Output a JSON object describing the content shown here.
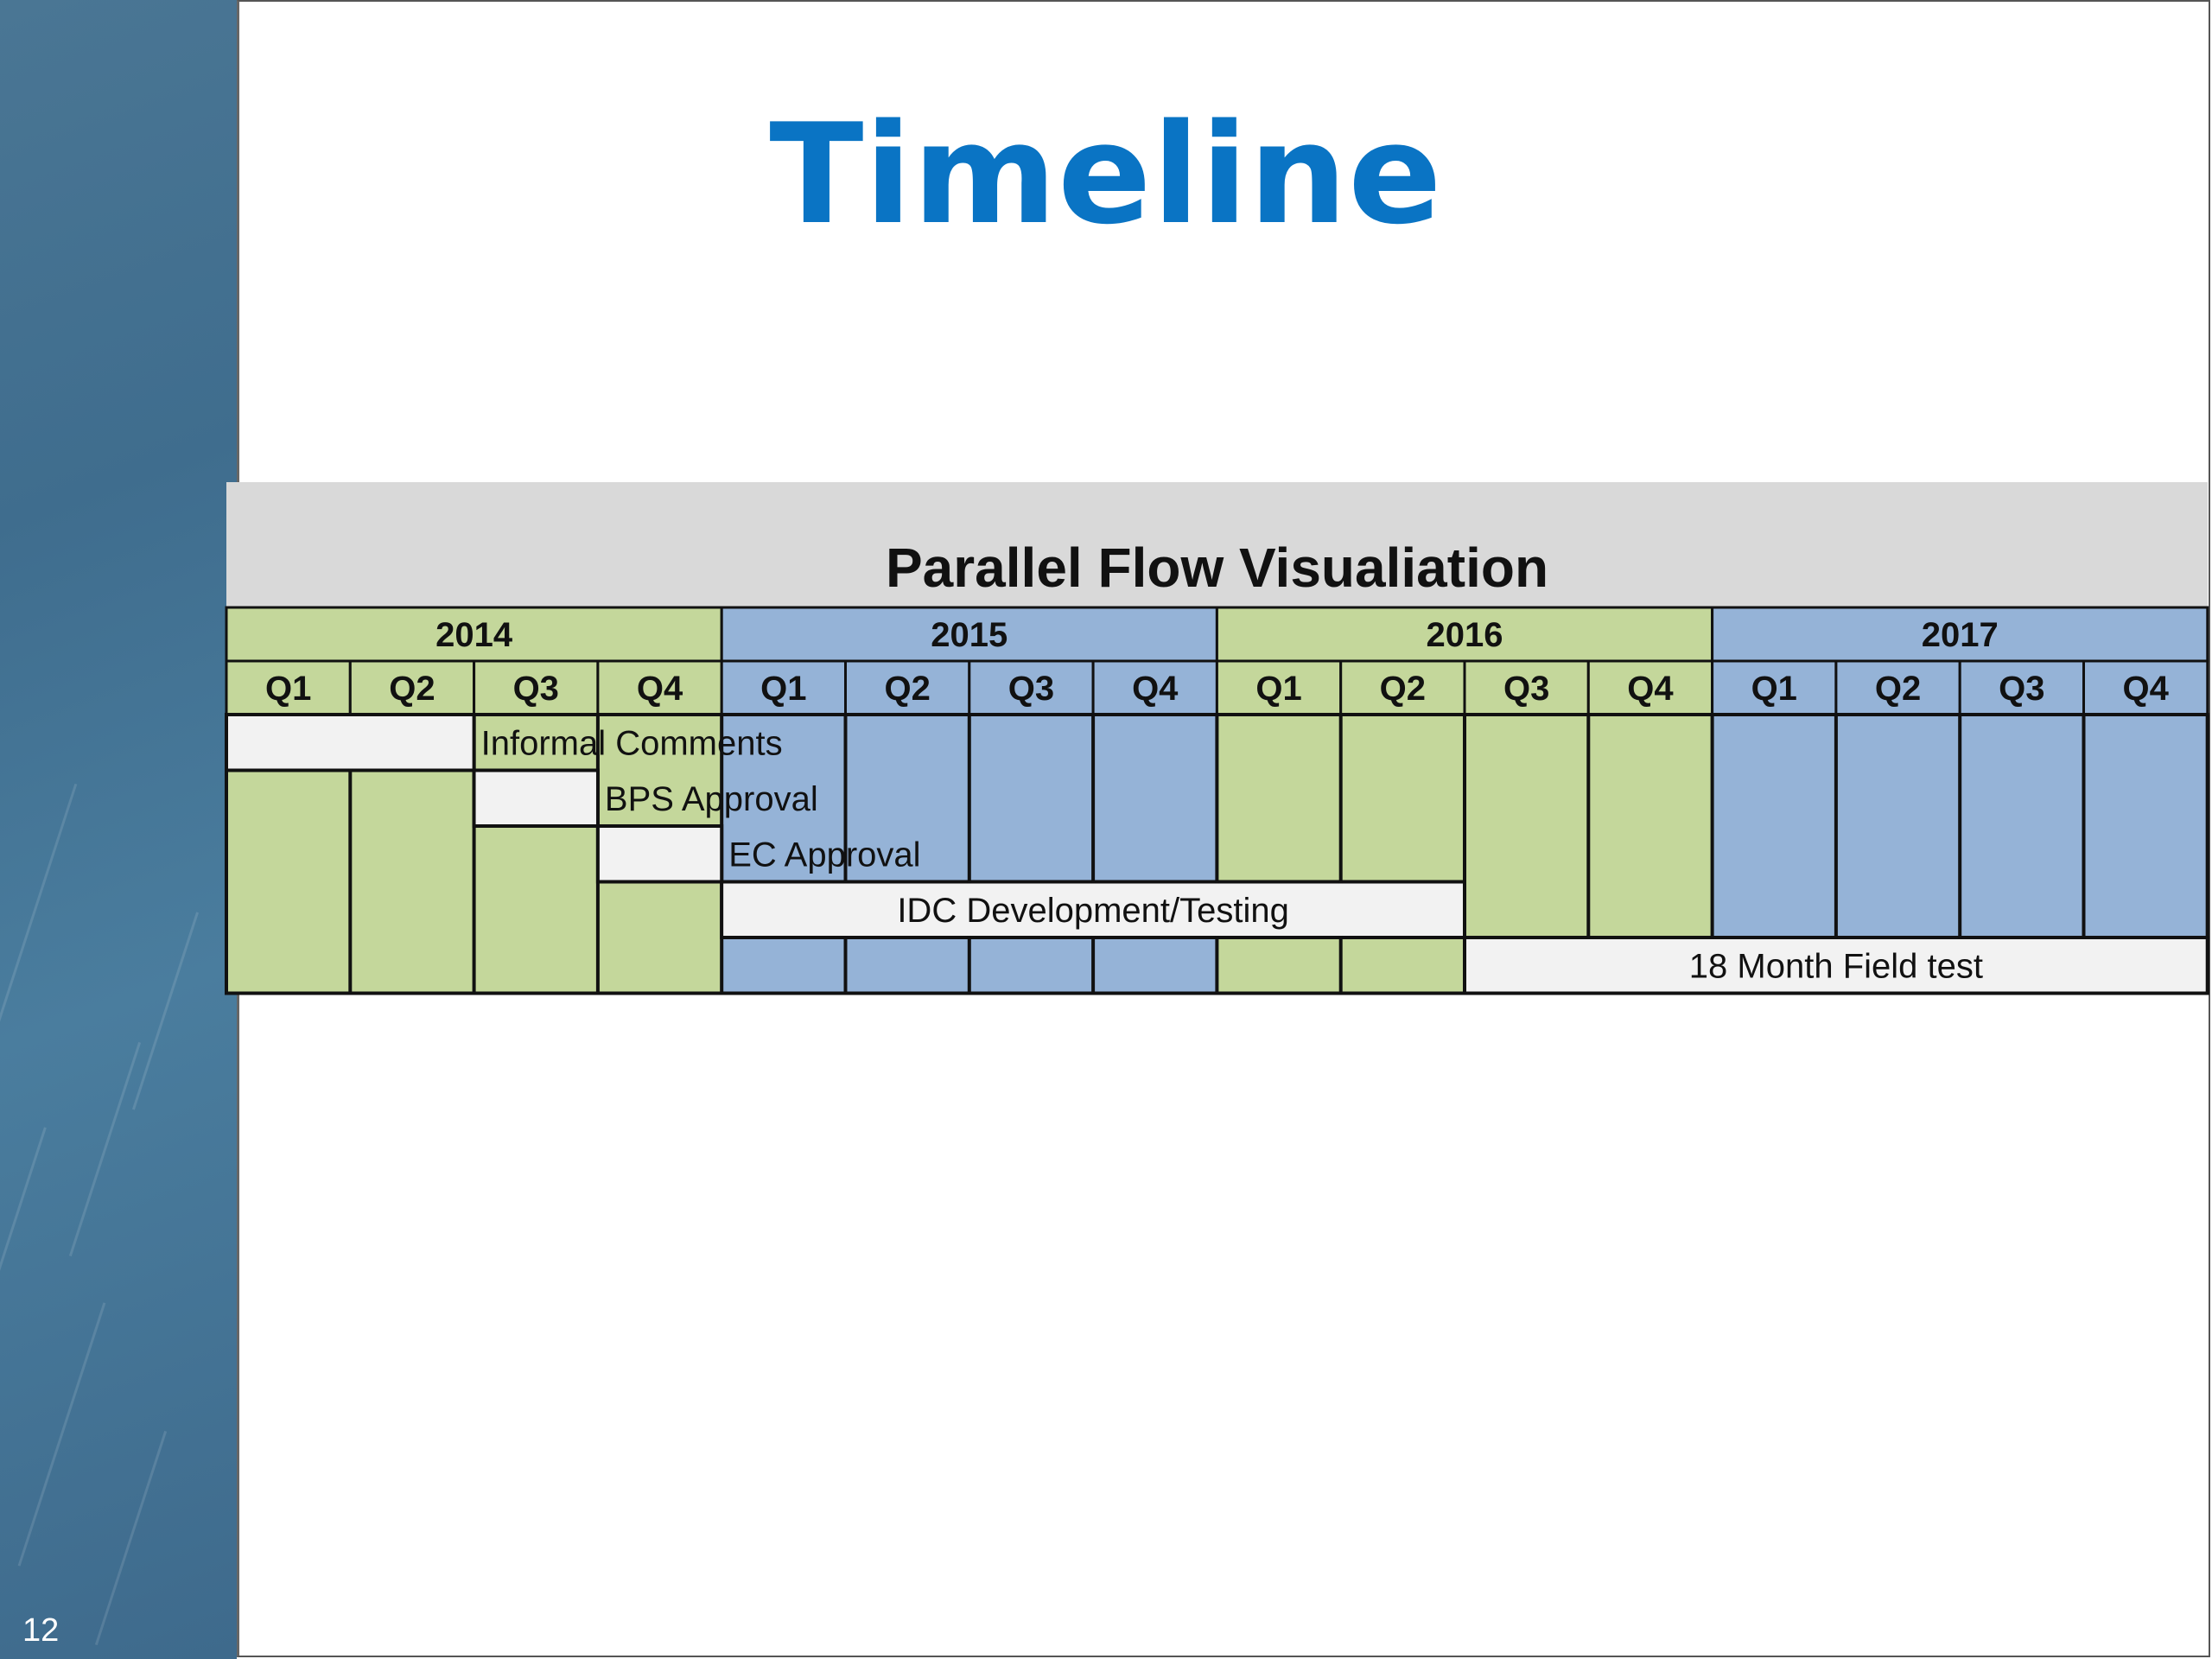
{
  "slide": {
    "title": "Timeline",
    "page_number": "12"
  },
  "chart": {
    "title": "Parallel Flow Visualiation",
    "years": [
      {
        "label": "2014",
        "color": "#c4d79b"
      },
      {
        "label": "2015",
        "color": "#95b3d7"
      },
      {
        "label": "2016",
        "color": "#c4d79b"
      },
      {
        "label": "2017",
        "color": "#95b3d7"
      }
    ],
    "quarters": [
      "Q1",
      "Q2",
      "Q3",
      "Q4"
    ],
    "bar_color": "#f2f2f2",
    "tasks": [
      {
        "label": "Informal Comments",
        "start": "2014 Q1",
        "end": "2014 Q2"
      },
      {
        "label": "BPS Approval",
        "start": "2014 Q3",
        "end": "2014 Q3"
      },
      {
        "label": "EC Approval",
        "start": "2014 Q4",
        "end": "2014 Q4"
      },
      {
        "label": "IDC Development/Testing",
        "start": "2015 Q1",
        "end": "2016 Q2"
      },
      {
        "label": "18 Month Field test",
        "start": "2016 Q3",
        "end": "2017 Q4"
      }
    ]
  }
}
